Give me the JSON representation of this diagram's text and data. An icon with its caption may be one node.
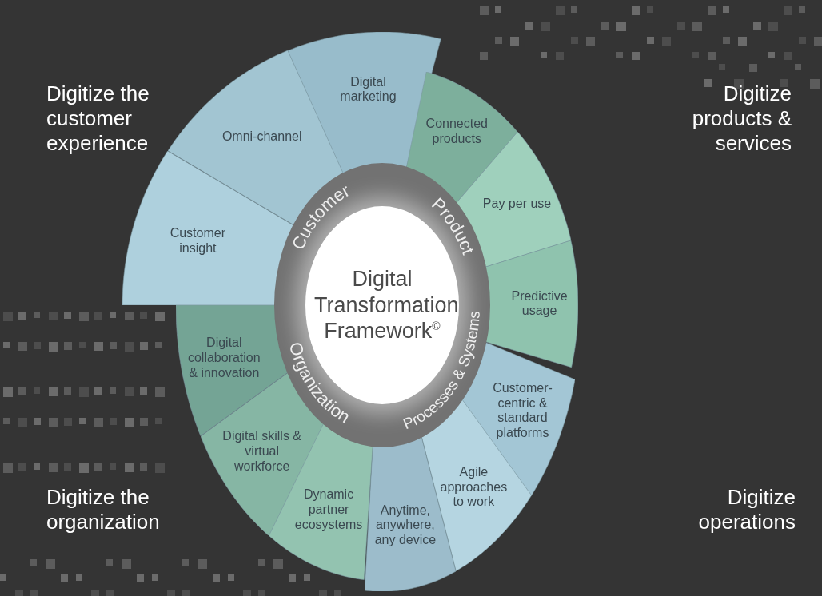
{
  "diagram": {
    "nodes": [
      {
        "text": [
          "Digital Transformation Framework$^{©}$"
        ]
      },
      {
        "text": [
          "Customer insight"
        ]
      },
      {
        "text": [
          "Omni-channel"
        ]
      },
      {
        "text": [
          "Digital marketing"
        ]
      },
      {
        "text": [
          "Connected products"
        ]
      },
      {
        "text": [
          "Pay per use"
        ]
      },
      {
        "text": [
          "Predictive usage"
        ]
      },
      {
        "text": [
          "Customer-centric & standard platforms"
        ]
      },
      {
        "text": [
          "Agile approaches to work"
        ]
      },
      {
        "text": [
          "Anytime, anywhere, any device"
        ]
      },
      {
        "text": [
          "Dynamic partner ecosystems"
        ]
      },
      {
        "text": [
          "Digital skills & virtual workforce"
        ]
      },
      {
        "text": [
          "Digital collaboration & innovation"
        ]
      }
    ],
    "labels": [
      "Customer",
      "Product",
      "Processes & Systems",
      "Organization",
      "Digitize the customer experience",
      "Digitize products & services",
      "Digitize the organization",
      "Digitize operations"
    ]
  }
}
